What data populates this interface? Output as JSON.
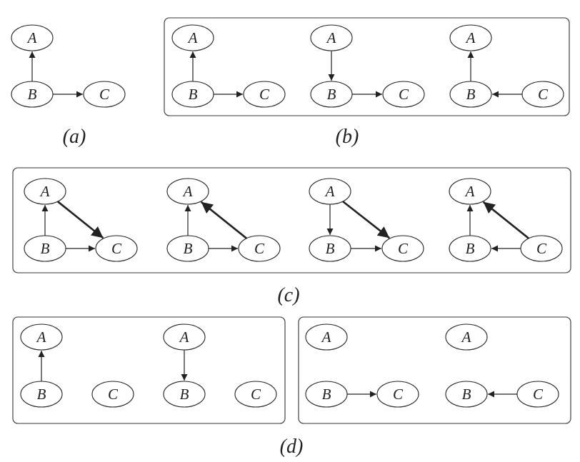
{
  "node_labels": {
    "a": "A",
    "b": "B",
    "c": "C"
  },
  "captions": {
    "a": "(a)",
    "b": "(b)",
    "c": "(c)",
    "d": "(d)"
  },
  "graphs": [
    {
      "id": "a-1",
      "edges": [
        [
          "B",
          "A",
          "thin"
        ],
        [
          "B",
          "C",
          "thin"
        ]
      ]
    },
    {
      "id": "b-1",
      "edges": [
        [
          "B",
          "A",
          "thin"
        ],
        [
          "B",
          "C",
          "thin"
        ]
      ]
    },
    {
      "id": "b-2",
      "edges": [
        [
          "A",
          "B",
          "thin"
        ],
        [
          "B",
          "C",
          "thin"
        ]
      ]
    },
    {
      "id": "b-3",
      "edges": [
        [
          "B",
          "A",
          "thin"
        ],
        [
          "C",
          "B",
          "thin"
        ]
      ]
    },
    {
      "id": "c-1",
      "edges": [
        [
          "B",
          "A",
          "thin"
        ],
        [
          "B",
          "C",
          "thin"
        ],
        [
          "A",
          "C",
          "bold"
        ]
      ]
    },
    {
      "id": "c-2",
      "edges": [
        [
          "B",
          "A",
          "thin"
        ],
        [
          "B",
          "C",
          "thin"
        ],
        [
          "C",
          "A",
          "bold"
        ]
      ]
    },
    {
      "id": "c-3",
      "edges": [
        [
          "A",
          "B",
          "thin"
        ],
        [
          "B",
          "C",
          "thin"
        ],
        [
          "A",
          "C",
          "bold"
        ]
      ]
    },
    {
      "id": "c-4",
      "edges": [
        [
          "B",
          "A",
          "thin"
        ],
        [
          "C",
          "B",
          "thin"
        ],
        [
          "C",
          "A",
          "bold"
        ]
      ]
    },
    {
      "id": "d-1",
      "edges": [
        [
          "B",
          "A",
          "thin"
        ]
      ]
    },
    {
      "id": "d-2",
      "edges": [
        [
          "A",
          "B",
          "thin"
        ]
      ]
    },
    {
      "id": "d-3",
      "edges": [
        [
          "B",
          "C",
          "thin"
        ]
      ]
    },
    {
      "id": "d-4",
      "edges": [
        [
          "C",
          "B",
          "thin"
        ]
      ]
    }
  ]
}
